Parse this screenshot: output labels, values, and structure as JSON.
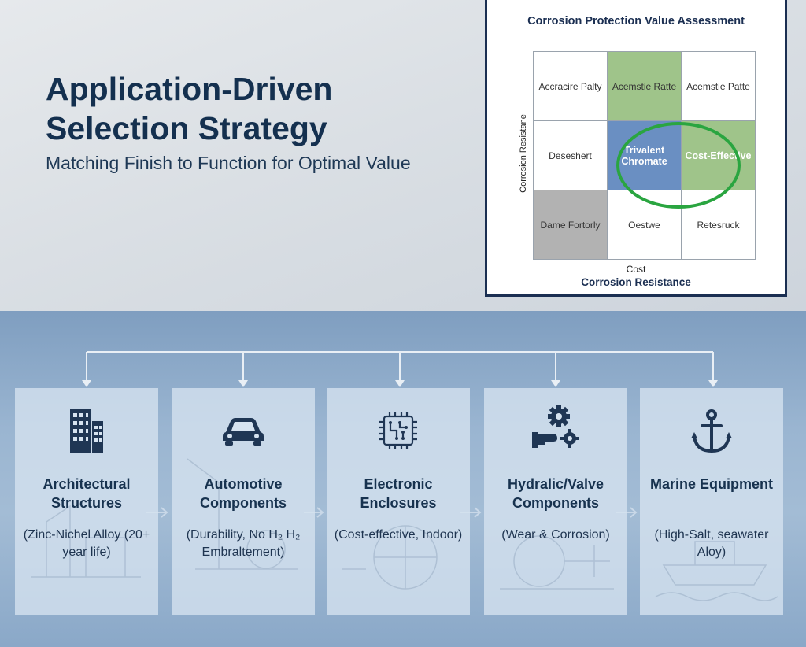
{
  "header": {
    "title": "Application-Driven Selection Strategy",
    "subtitle": "Matching Finish to Function for Optimal Value"
  },
  "assessment": {
    "title": "Corrosion Protection Value Assessment",
    "y_axis_label": "Corrosion Resistane",
    "x_axis_label": "Cost",
    "x_axis_caption": "Corrosion Resistance",
    "cells": [
      {
        "label": "Accracire Palty",
        "fill": "#ffffff"
      },
      {
        "label": "Acemstie Ratte",
        "fill": "#9fc48a"
      },
      {
        "label": "Acemstie Patte",
        "fill": "#ffffff"
      },
      {
        "label": "Deseshert",
        "fill": "#ffffff"
      },
      {
        "label": "Trivalent Chromate",
        "fill": "#6a8fc2"
      },
      {
        "label": "Cost-Effective",
        "fill": "#9fc48a"
      },
      {
        "label": "Dame Fortorly",
        "fill": "#b2b2b2"
      },
      {
        "label": "Oestwe",
        "fill": "#ffffff"
      },
      {
        "label": "Retesruck",
        "fill": "#ffffff"
      }
    ],
    "highlight_color": "#2aa540"
  },
  "applications": [
    {
      "title": "Architectural Structures",
      "desc": "(Zinc-Nichel Alloy (20+ year life)",
      "icon": "building-icon"
    },
    {
      "title": "Automotive Components",
      "desc": "(Durability, No H₂ H₂ Embraltement)",
      "icon": "car-icon"
    },
    {
      "title": "Electronic Enclosures",
      "desc": "(Cost-effective, Indoor)",
      "icon": "circuit-chip-icon"
    },
    {
      "title": "Hydralic/Valve Components",
      "desc": "(Wear & Corrosion)",
      "icon": "gear-hand-icon"
    },
    {
      "title": "Marine Equipment",
      "desc": "(High-Salt, seawater Aloy)",
      "icon": "anchor-icon"
    }
  ],
  "colors": {
    "navy": "#14304f",
    "panel_border": "#1b2f52",
    "icon": "#1f3654",
    "connector": "#e9eff5"
  }
}
